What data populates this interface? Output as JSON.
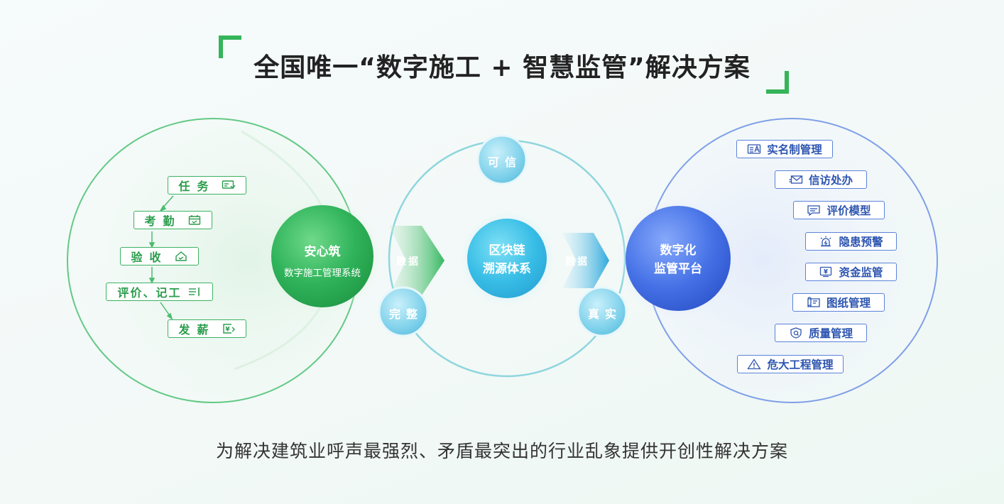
{
  "title": "全国唯一“数字施工 + 智慧监管”解决方案",
  "subtitle": "为解决建筑业呼声最强烈、矛盾最突出的行业乱象提供开创性解决方案",
  "left_flow": [
    {
      "label": "任务",
      "icon": "task-card-icon"
    },
    {
      "label": "考勤",
      "icon": "calendar-icon"
    },
    {
      "label": "验收",
      "icon": "house-check-icon"
    },
    {
      "label": "评价、记工",
      "icon": "list-pen-icon"
    },
    {
      "label": "发薪",
      "icon": "wallet-yen-icon"
    }
  ],
  "left_node": {
    "title": "安心筑",
    "subtitle": "数字施工管理系统"
  },
  "center_node": {
    "line1": "区块链",
    "line2": "溯源体系"
  },
  "right_node": {
    "line1": "数字化",
    "line2": "监管平台"
  },
  "arrow_labels": {
    "left": "数据",
    "right": "数据"
  },
  "orbits": {
    "top": "可信",
    "bottom_left": "完整",
    "bottom_right": "真实"
  },
  "right_list": [
    {
      "label": "实名制管理",
      "icon": "id-card-icon"
    },
    {
      "label": "信访处办",
      "icon": "envelope-icon"
    },
    {
      "label": "评价模型",
      "icon": "comment-icon"
    },
    {
      "label": "隐患预警",
      "icon": "alarm-icon"
    },
    {
      "label": "资金监管",
      "icon": "yen-monitor-icon"
    },
    {
      "label": "图纸管理",
      "icon": "blueprint-icon"
    },
    {
      "label": "质量管理",
      "icon": "quality-shield-icon"
    },
    {
      "label": "危大工程管理",
      "icon": "warning-icon"
    }
  ],
  "colors": {
    "green": "#2fb05a",
    "blue": "#3f6fe0",
    "cyan": "#35b6e3",
    "title": "#222222"
  }
}
